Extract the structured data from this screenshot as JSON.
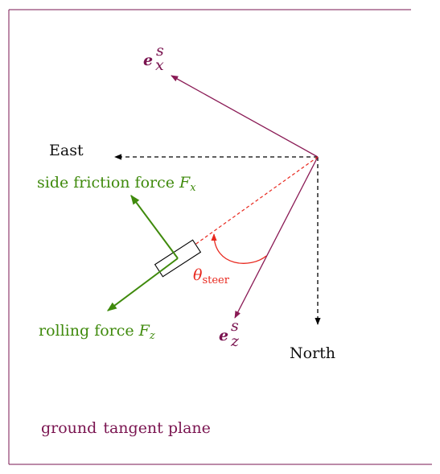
{
  "colors": {
    "frame": "#7a1450",
    "basis": "#8a1a55",
    "force": "#3f8a0c",
    "steer": "#e8281e",
    "axis": "#000000",
    "text": "#111111"
  },
  "labels": {
    "east": "East",
    "north": "North",
    "side_friction_text": "side friction force ",
    "side_friction_symbol": "F",
    "side_friction_sub": "x",
    "rolling_text": "rolling force ",
    "rolling_symbol": "F",
    "rolling_sub": "z",
    "basis_x_symbol": "e",
    "basis_x_sup": "s",
    "basis_x_sub": "x",
    "basis_z_symbol": "e",
    "basis_z_sup": "s",
    "basis_z_sub": "z",
    "steer_symbol": "θ",
    "steer_sub": "steer",
    "plane_word1": "ground",
    "plane_word2": "tangent plane"
  }
}
